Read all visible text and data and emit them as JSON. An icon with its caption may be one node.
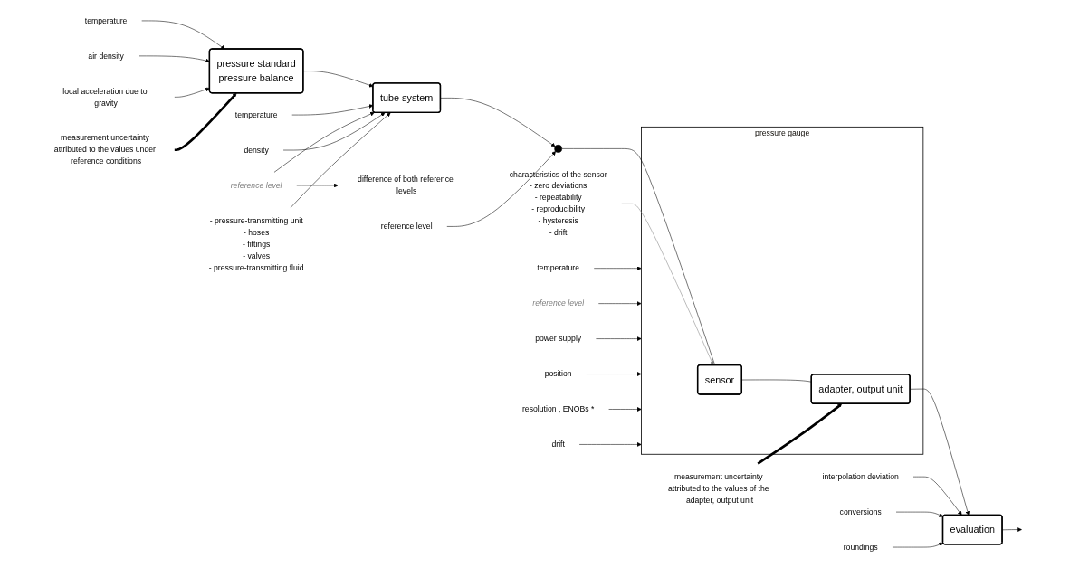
{
  "diagram": {
    "nodes": [
      {
        "text": [
          "pressure standard",
          "pressure balance"
        ]
      },
      {
        "text": [
          "temperature"
        ]
      },
      {
        "text": [
          "air density"
        ]
      },
      {
        "text": [
          "local acceleration due to gravity"
        ]
      },
      {
        "text": [
          "tube system"
        ]
      },
      {
        "text": [
          "temperature"
        ]
      },
      {
        "text": [
          "reference level"
        ]
      },
      {
        "text": [
          "density"
        ]
      },
      {
        "text": [
          "difference of both reference levels"
        ]
      },
      {
        "text": [
          "pressure gauge"
        ]
      },
      {
        "text": [
          "sensor"
        ],
        "in": 9
      },
      {
        "text": [
          "adapter, output unit"
        ],
        "in": 9
      },
      {
        "text": [
          "temperature"
        ]
      },
      {
        "text": [
          "reference level"
        ]
      },
      {
        "text": [
          "power supply"
        ]
      },
      {
        "text": [
          "position"
        ]
      },
      {
        "text": [
          "resolution , ENOBs *"
        ]
      },
      {
        "text": [
          "drift"
        ]
      },
      {
        "text": [
          "evaluation"
        ]
      },
      {
        "text": [
          "interpolation deviation"
        ]
      },
      {
        "text": [
          "conversions"
        ]
      },
      {
        "text": [
          "roundings"
        ]
      },
      {
        "text": [
          "measurement uncertainty attributed to the values under reference conditions"
        ]
      },
      {
        "text": [
          "- pressure-transmitting unit",
          "- hoses",
          "- fittings",
          "- valves",
          "- pressure-transmitting fluid"
        ]
      },
      {
        "text": [
          "reference level"
        ]
      },
      {
        "text": [],
        "shape": "circle"
      },
      {
        "text": [
          "characteristics of the sensor",
          "- zero deviations",
          "- repeatability",
          "- reproducibility",
          "- hysteresis",
          "- drift"
        ]
      },
      {
        "text": [
          "measurement uncertainty attributed to the values of the adapter, output unit"
        ]
      }
    ],
    "edges": [
      {
        "from": 1,
        "to": 0,
        "arrow": "to"
      },
      {
        "from": 2,
        "to": 0,
        "arrow": "to"
      },
      {
        "from": 3,
        "to": 0,
        "arrow": "to"
      },
      {
        "from": 22,
        "to": 0,
        "arrow": "to",
        "style": "thick"
      },
      {
        "from": 0,
        "to": 4,
        "arrow": "to"
      },
      {
        "from": 5,
        "to": 4,
        "arrow": "to"
      },
      {
        "from": 6,
        "to": 4,
        "arrow": "to"
      },
      {
        "from": 7,
        "to": 4,
        "arrow": "to"
      },
      {
        "from": 6,
        "to": 8,
        "arrow": "to"
      },
      {
        "from": 23,
        "to": 4,
        "arrow": "to"
      },
      {
        "from": 4,
        "to": 25,
        "arrow": "to"
      },
      {
        "from": 24,
        "to": 25,
        "arrow": "to"
      },
      {
        "from": 25,
        "to": 10,
        "arrow": "none"
      },
      {
        "from": 10,
        "to": 11,
        "arrow": "none"
      },
      {
        "from": 12,
        "to": 9,
        "arrow": "to"
      },
      {
        "from": 13,
        "to": 9,
        "arrow": "to"
      },
      {
        "from": 14,
        "to": 9,
        "arrow": "to"
      },
      {
        "from": 15,
        "to": 9,
        "arrow": "to"
      },
      {
        "from": 16,
        "to": 9,
        "arrow": "to"
      },
      {
        "from": 17,
        "to": 9,
        "arrow": "to"
      },
      {
        "from": 26,
        "to": 10,
        "arrow": "to",
        "color": "#808080"
      },
      {
        "from": 27,
        "to": 11,
        "arrow": "to",
        "style": "thick"
      },
      {
        "from": 11,
        "to": 18,
        "arrow": "to"
      },
      {
        "from": 19,
        "to": 18,
        "arrow": "to"
      },
      {
        "from": 20,
        "to": 18,
        "arrow": "to"
      },
      {
        "from": 21,
        "to": 18,
        "arrow": "to"
      },
      {
        "from": 18,
        "to": null,
        "arrow": "to"
      }
    ]
  }
}
